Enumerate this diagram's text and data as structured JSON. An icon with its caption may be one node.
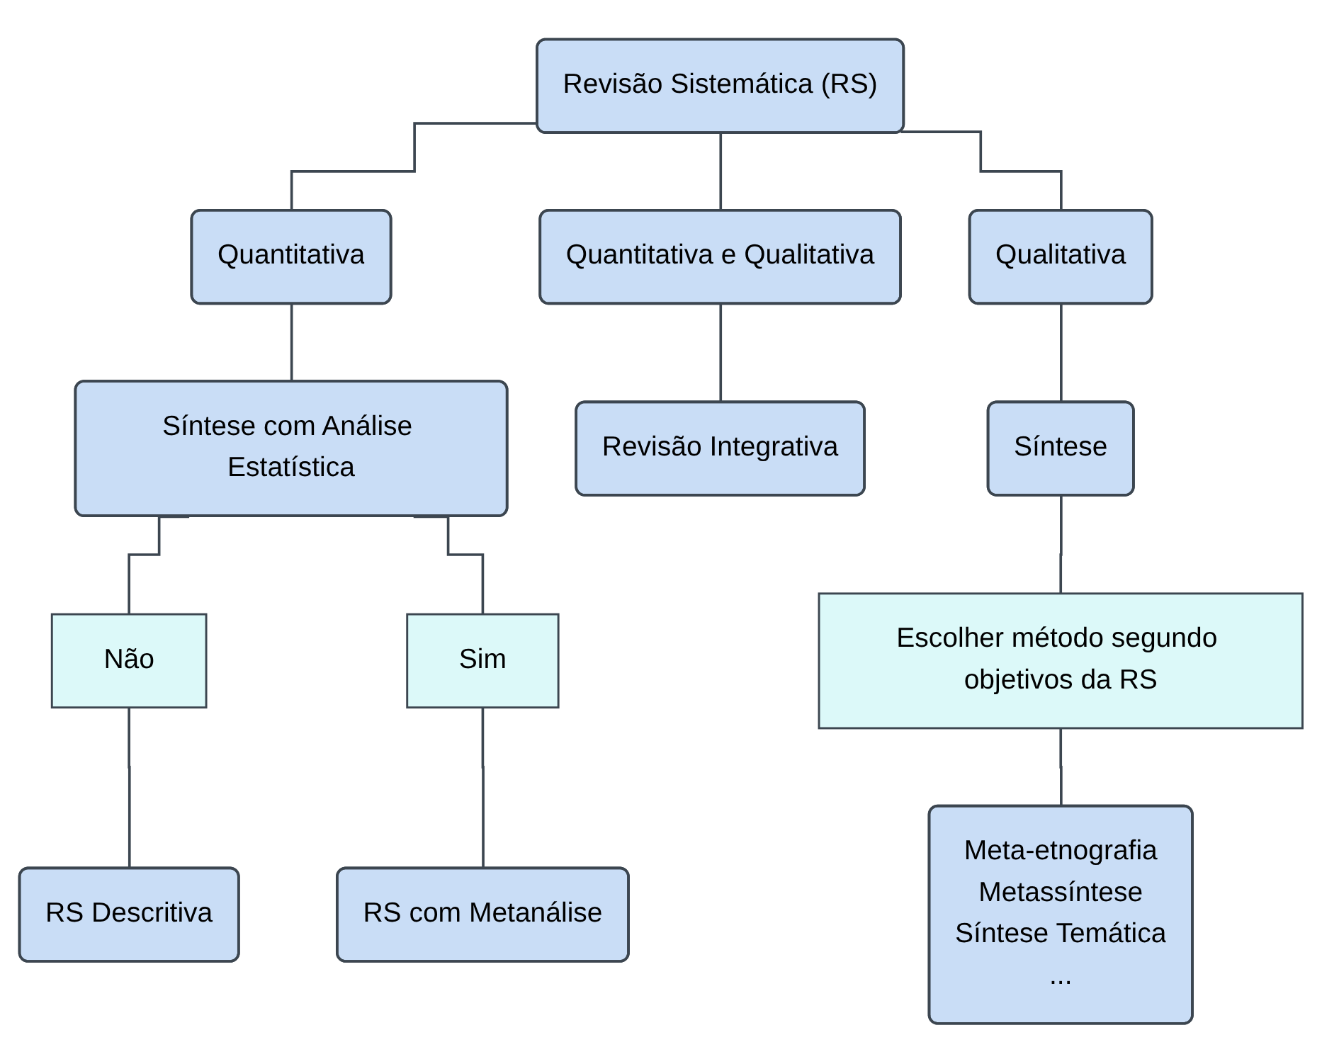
{
  "diagram": {
    "nodes": [
      {
        "text": [
          "Revisão Sistemática (RS)"
        ]
      },
      {
        "text": [
          "Quantitativa"
        ]
      },
      {
        "text": [
          "Quantitativa e Qualitativa"
        ]
      },
      {
        "text": [
          "Qualitativa"
        ]
      },
      {
        "text": [
          "Síntese com Análise Estatística"
        ]
      },
      {
        "text": [
          "Revisão Integrativa"
        ]
      },
      {
        "text": [
          "Síntese"
        ]
      },
      {
        "text": [
          "Não"
        ]
      },
      {
        "text": [
          "Sim"
        ]
      },
      {
        "text": [
          "Escolher método segundo objetivos da RS"
        ]
      },
      {
        "text": [
          "RS Descritiva"
        ]
      },
      {
        "text": [
          "RS com Metanálise"
        ]
      },
      {
        "text": [
          "Meta-etnografia",
          "Metassíntese",
          "Síntese Temática",
          "..."
        ]
      }
    ],
    "edges": [
      {
        "from": 0,
        "to": 1,
        "arrow": "none"
      },
      {
        "from": 0,
        "to": 2,
        "arrow": "none"
      },
      {
        "from": 0,
        "to": 3,
        "arrow": "none"
      },
      {
        "from": 1,
        "to": 4,
        "arrow": "none"
      },
      {
        "from": 2,
        "to": 5,
        "arrow": "none"
      },
      {
        "from": 3,
        "to": 6,
        "arrow": "none"
      },
      {
        "from": 4,
        "to": 7,
        "arrow": "none"
      },
      {
        "from": 4,
        "to": 8,
        "arrow": "none"
      },
      {
        "from": 6,
        "to": 9,
        "arrow": "none"
      },
      {
        "from": 7,
        "to": 10,
        "arrow": "none"
      },
      {
        "from": 8,
        "to": 11,
        "arrow": "none"
      },
      {
        "from": 9,
        "to": 12,
        "arrow": "none"
      }
    ]
  }
}
